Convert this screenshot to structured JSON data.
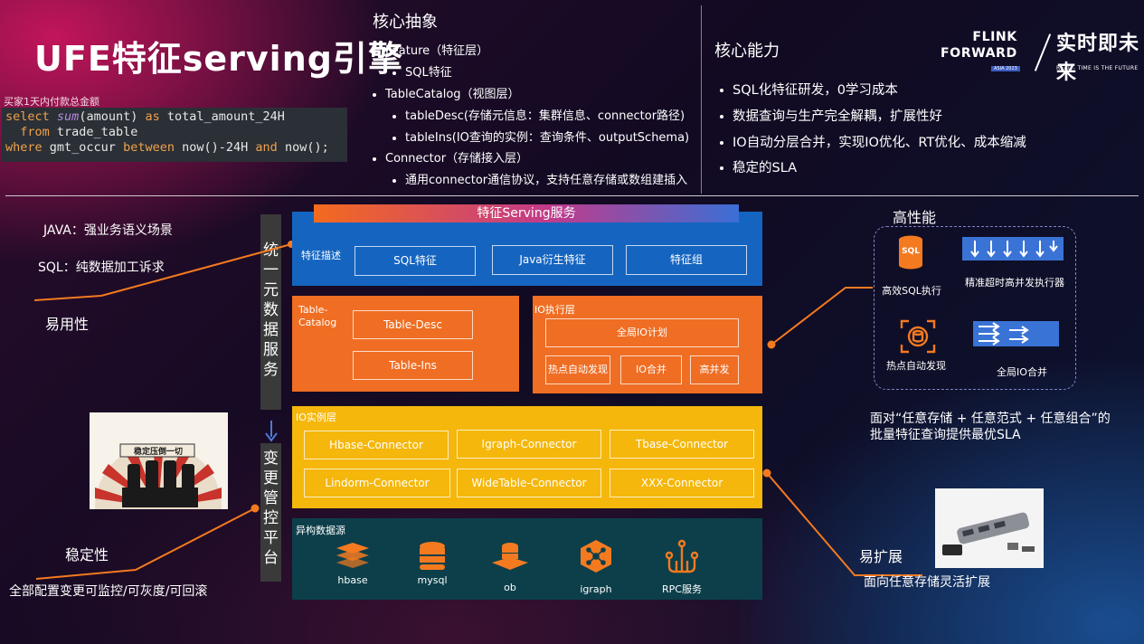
{
  "title": "UFE特征serving引擎",
  "code_caption": "买家1天内付款总金额",
  "code": {
    "line1": {
      "kw_select": "select",
      "fn_sum": "sum",
      "arg": "(amount)",
      "kw_as": "as",
      "alias": "total_amount_24H"
    },
    "line2": {
      "kw_from": "from",
      "table": "trade_table"
    },
    "line3": {
      "kw_where": "where",
      "col": "gmt_occur",
      "kw_between": "between",
      "expr1": "now()-24H",
      "kw_and": "and",
      "expr2": "now();"
    }
  },
  "core_abstraction": {
    "heading": "核心抽象",
    "items": [
      {
        "text": "Feature（特征层）",
        "level": 1
      },
      {
        "text": "SQL特征",
        "level": 2
      },
      {
        "text": "TableCatalog（视图层）",
        "level": 1
      },
      {
        "text": "tableDesc(存储元信息：集群信息、connector路径)",
        "level": 2
      },
      {
        "text": "tableIns(IO查询的实例：查询条件、outputSchema)",
        "level": 2
      },
      {
        "text": "Connector（存储接入层）",
        "level": 1
      },
      {
        "text": "通用connector通信协议，支持任意存储或数组建插入",
        "level": 2
      }
    ]
  },
  "core_capability": {
    "heading": "核心能力",
    "items": [
      "SQL化特征研发，0学习成本",
      "数据查询与生产完全解耦，扩展性好",
      "IO自动分层合并，实现IO优化、RT优化、成本缩减",
      "稳定的SLA"
    ]
  },
  "logo": {
    "flink1": "FLINK",
    "flink2": "FORWARD",
    "asia": "ASIA 2023",
    "realtime": "实时即未来",
    "realtime_sub": "REAL - TIME IS THE FUTURE"
  },
  "left": {
    "java": "JAVA：强业务语义场景",
    "sql": "SQL：纯数据加工诉求",
    "ease": "易用性",
    "stability": "稳定性",
    "stability_desc": "全部配置变更可监控/可灰度/可回滚",
    "poster_text": "稳定压倒一切"
  },
  "vertical": {
    "unified": [
      "统",
      "一",
      "元",
      "数",
      "据",
      "服",
      "务"
    ],
    "change": [
      "变",
      "更",
      "管",
      "控",
      "平",
      "台"
    ]
  },
  "arch": {
    "service_tab": "特征Serving服务",
    "feature_desc": "特征描述",
    "feature_boxes": [
      "SQL特征",
      "Java衍生特征",
      "特征组"
    ],
    "table_catalog": "Table-\nCatalog",
    "table_boxes": [
      "Table-Desc",
      "Table-Ins"
    ],
    "io_exec": "IO执行层",
    "io_plan": "全局IO计划",
    "io_boxes": [
      "热点自动发现",
      "IO合并",
      "高并发"
    ],
    "io_instance": "IO实例层",
    "connectors": [
      "Hbase-Connector",
      "Igraph-Connector",
      "Tbase-Connector",
      "Lindorm-Connector",
      "WideTable-Connector",
      "XXX-Connector"
    ],
    "hetero": "异构数据源",
    "sources": [
      "hbase",
      "mysql",
      "ob",
      "igraph",
      "RPC服务"
    ]
  },
  "right": {
    "perf_heading": "高性能",
    "perf_items": [
      "高效SQL执行",
      "精准超时高并发执行器",
      "热点自动发现",
      "全局IO合并"
    ],
    "sql_icon": "SQL",
    "perf_desc1": "面对“任意存储 + 任意范式 + 任意组合”的",
    "perf_desc2": "批量特征查询提供最优SLA",
    "ext_heading": "易扩展",
    "ext_desc": "面向任意存储灵活扩展"
  },
  "colors": {
    "blue": "#1565c0",
    "orange": "#ef6e23",
    "yellow": "#f5b70c",
    "teal": "#0c3f4a",
    "accent_orange": "#f47a20"
  }
}
